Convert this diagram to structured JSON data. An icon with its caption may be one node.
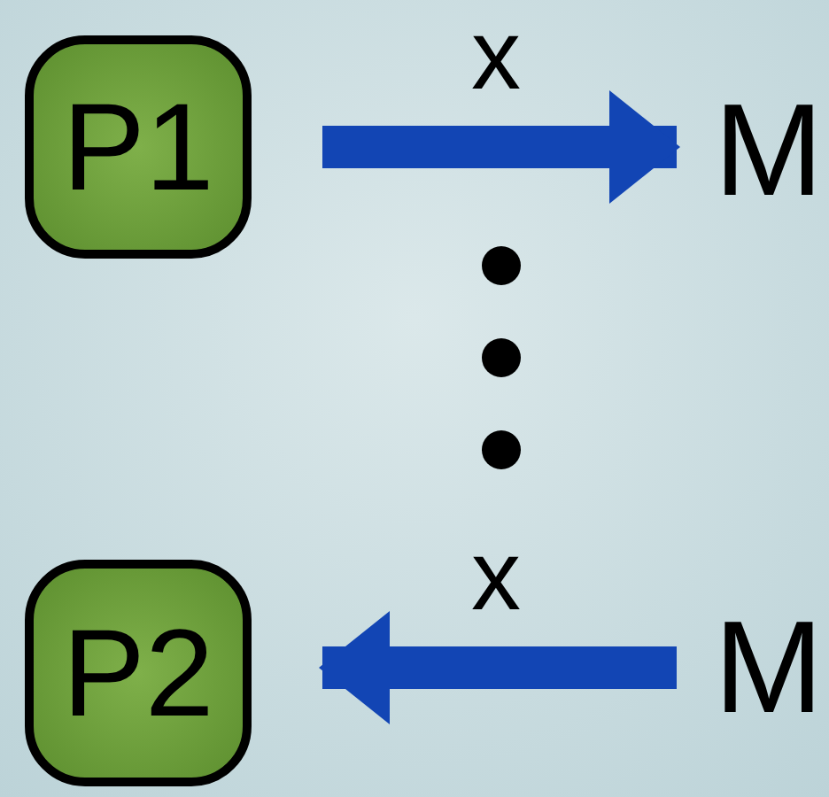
{
  "diagram": {
    "nodes": [
      {
        "text": [
          "P1"
        ]
      },
      {
        "text": [
          "M"
        ]
      },
      {
        "text": [
          "P2"
        ]
      },
      {
        "text": [
          "M"
        ]
      }
    ],
    "edges": [
      {
        "from": 0,
        "to": 1,
        "arrow": "to",
        "label": "x"
      },
      {
        "from": 3,
        "to": 2,
        "arrow": "to",
        "label": "x"
      }
    ]
  }
}
